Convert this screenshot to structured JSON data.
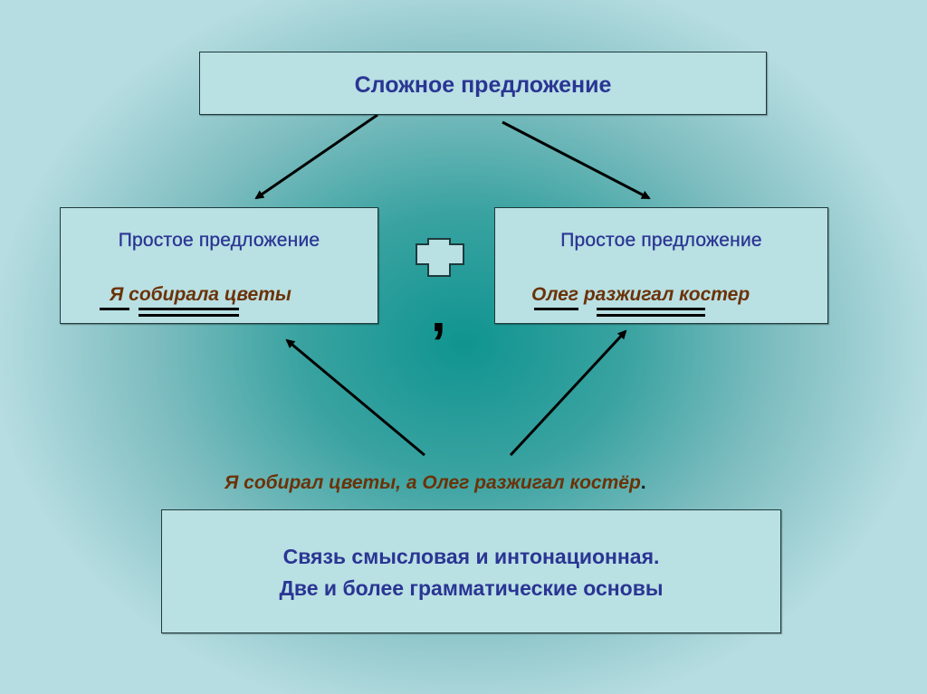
{
  "diagram": {
    "top_box": {
      "label": "Сложное предложение"
    },
    "left_box": {
      "title": "Простое предложение",
      "sentence": "Я собирала цветы",
      "subject": "Я",
      "predicate": "собирала"
    },
    "right_box": {
      "title": "Простое предложение",
      "sentence": "Олег разжигал костер",
      "subject": "Олег",
      "predicate": "разжигал"
    },
    "connectors": {
      "plus_symbol": "plus-icon",
      "comma": ","
    },
    "example_sentence": "Я собирал цветы, а Олег разжигал костёр",
    "example_end": ".",
    "summary_box": {
      "line1": "Связь смысловая и интонационная.",
      "line2": "Две и более грамматические основы"
    },
    "colors": {
      "box_fill": "#b9e0e3",
      "title_text": "#2a3593",
      "sentence_text": "#6b3208",
      "background_center": "#0f9490"
    }
  }
}
